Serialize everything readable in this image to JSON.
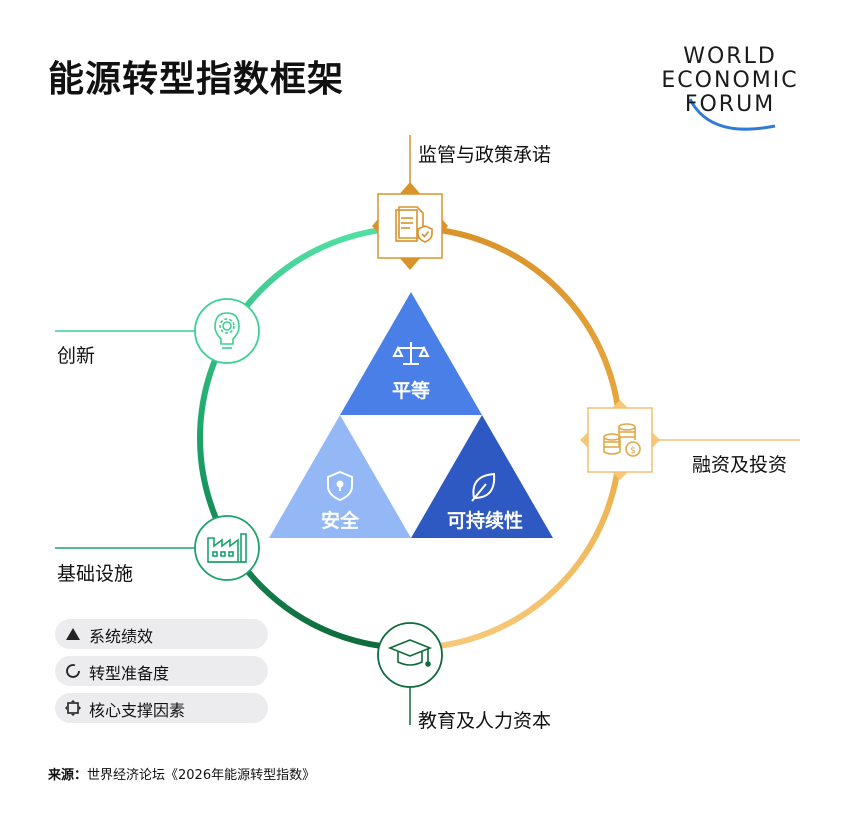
{
  "title": "能源转型指数框架",
  "logo": {
    "line1": "WORLD",
    "line2": "ECONOMIC",
    "line3": "FORUM"
  },
  "nodes": {
    "regulation": "监管与政策承诺",
    "finance": "融资及投资",
    "education": "教育及人力资本",
    "infrastructure": "基础设施",
    "innovation": "创新"
  },
  "triangle": {
    "top": "平等",
    "left": "安全",
    "right": "可持续性"
  },
  "legend": [
    {
      "icon": "triangle-icon",
      "label": "系统绩效"
    },
    {
      "icon": "ring-icon",
      "label": "转型准备度"
    },
    {
      "icon": "octagon-icon",
      "label": "核心支撑因素"
    }
  ],
  "source": {
    "prefix": "来源：",
    "text": "世界经济论坛《2026年能源转型指数》"
  },
  "colors": {
    "orange": "#d9932a",
    "light_orange": "#f6c979",
    "green_light": "#52e0a4",
    "green_mid": "#1ba36a",
    "green_dark": "#106b3c",
    "blue_top": "#4a7fe8",
    "blue_left": "#93b8f5",
    "blue_right": "#2e59c2"
  }
}
